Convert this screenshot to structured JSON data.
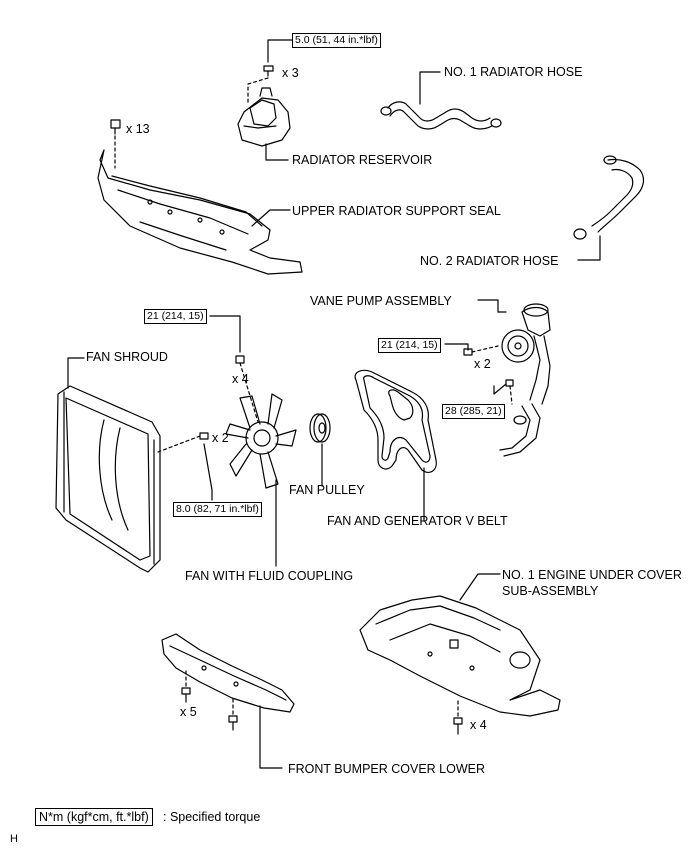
{
  "labels": {
    "no1_radiator_hose": "NO. 1 RADIATOR HOSE",
    "radiator_reservoir": "RADIATOR RESERVOIR",
    "upper_radiator_support_seal": "UPPER RADIATOR SUPPORT SEAL",
    "no2_radiator_hose": "NO. 2 RADIATOR HOSE",
    "vane_pump_assembly": "VANE PUMP ASSEMBLY",
    "fan_shroud": "FAN SHROUD",
    "fan_pulley": "FAN PULLEY",
    "fan_and_generator_v_belt": "FAN AND GENERATOR V BELT",
    "fan_with_fluid_coupling": "FAN WITH FLUID COUPLING",
    "no1_engine_under_cover_line1": "NO. 1 ENGINE UNDER COVER",
    "no1_engine_under_cover_line2": "SUB-ASSEMBLY",
    "front_bumper_cover_lower": "FRONT BUMPER COVER LOWER"
  },
  "torques": {
    "reservoir": "5.0 (51, 44 in.*lbf)",
    "fan_nut": "21 (214, 15)",
    "shroud_bolt": "8.0 (82, 71 in.*lbf)",
    "vane_pump_bolt": "21 (214, 15)",
    "vane_pump_bracket": "28 (285, 21)"
  },
  "quantities": {
    "reservoir_bolts": "x 3",
    "seal_clips": "x 13",
    "fan_nuts": "x 4",
    "shroud_bolts": "x 2",
    "vane_pump_bolts": "x 2",
    "bumper_bolts": "x 5",
    "under_cover_bolts": "x 4"
  },
  "legend": {
    "unit": "N*m (kgf*cm, ft.*lbf)",
    "description": ": Specified torque"
  },
  "corner_mark": "H"
}
